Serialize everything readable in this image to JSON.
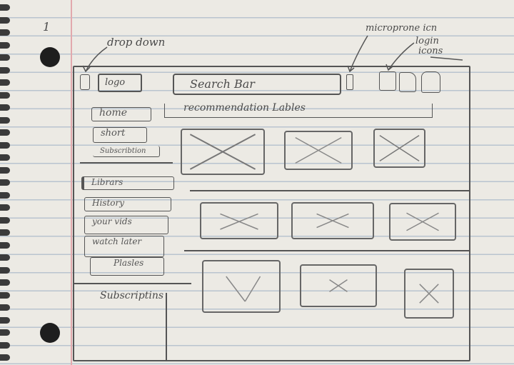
{
  "annotations": {
    "page_number": "1",
    "dropdown": "drop down",
    "microphone": "microprone icn",
    "login": "login",
    "icons": "icons"
  },
  "header": {
    "logo": "logo",
    "search": "Search Bar"
  },
  "banner": "recommendation Lables",
  "sidebar": {
    "items": [
      "home",
      "short",
      "Subscribtion"
    ],
    "library": [
      "Librars",
      "History",
      "your vids",
      "watch later",
      "Plasles"
    ],
    "subscriptions": "Subscriptins"
  }
}
